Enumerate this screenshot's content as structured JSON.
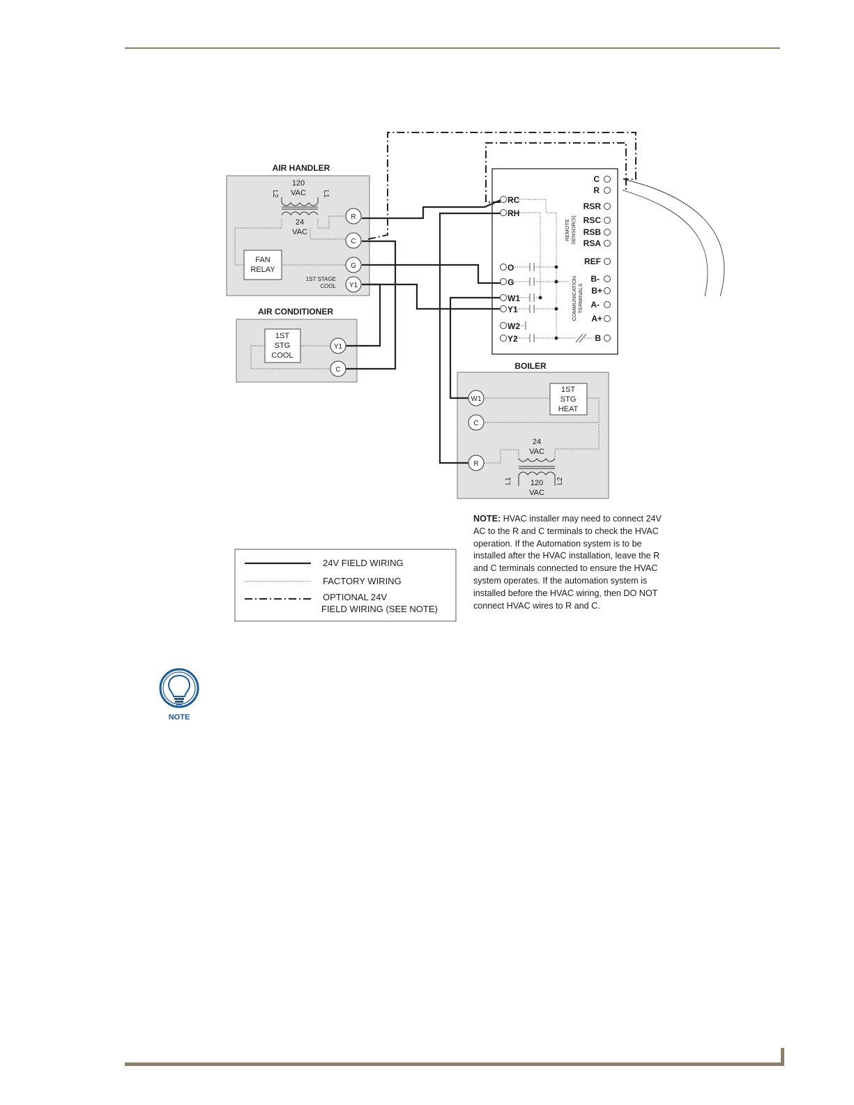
{
  "diagram": {
    "air_handler": {
      "title": "AIR HANDLER",
      "xf_primary": "120",
      "xf_primary_unit": "VAC",
      "xf_l2": "L2",
      "xf_l1": "L1",
      "xf_secondary": "24",
      "xf_secondary_unit": "VAC",
      "fan_relay_1": "FAN",
      "fan_relay_2": "RELAY",
      "stage_label_1": "1ST STAGE",
      "stage_label_2": "COOL",
      "terminals": {
        "r": "R",
        "c": "C",
        "g": "G",
        "y1": "Y1"
      }
    },
    "air_conditioner": {
      "title": "AIR CONDITIONER",
      "box_1": "1ST",
      "box_2": "STG",
      "box_3": "COOL",
      "terminals": {
        "y1": "Y1",
        "c": "C"
      }
    },
    "thermostat": {
      "left_terminals": [
        "RC",
        "RH",
        "O",
        "G",
        "W1",
        "Y1",
        "W2",
        "Y2"
      ],
      "right_terminals": [
        "C",
        "R",
        "RSR",
        "RSC",
        "RSB",
        "RSA",
        "REF",
        "B-",
        "B+",
        "A-",
        "A+",
        "B"
      ],
      "remote_label_1": "REMOTE",
      "remote_label_2": "SENSOR(S)",
      "comm_label_1": "COMMUNICATION",
      "comm_label_2": "TERMINALS"
    },
    "boiler": {
      "title": "BOILER",
      "box_1": "1ST",
      "box_2": "STG",
      "box_3": "HEAT",
      "xf_secondary": "24",
      "xf_secondary_unit": "VAC",
      "xf_primary": "120",
      "xf_primary_unit": "VAC",
      "xf_l1": "L1",
      "xf_l2": "L2",
      "terminals": {
        "w1": "W1",
        "c": "C",
        "r": "R"
      }
    },
    "legend": {
      "field_wiring": "24V FIELD WIRING",
      "factory_wiring": "FACTORY WIRING",
      "optional_1": "OPTIONAL 24V",
      "optional_2": "FIELD WIRING (SEE NOTE)"
    }
  },
  "note": {
    "lead": "NOTE:",
    "body": " HVAC installer may need to connect 24V AC to the R and C terminals to check the HVAC operation. If the Automation system is to be installed after the HVAC installation, leave the R and C terminals connected to ensure the HVAC system operates. If the automation system is installed before the HVAC wiring, then DO NOT connect HVAC wires to R and C."
  },
  "note_icon": {
    "label": "NOTE",
    "icon": "lightbulb-icon"
  },
  "colors": {
    "rule": "#8a8068",
    "box_fill": "#e2e2e2",
    "icon_blue": "#1c5a94"
  }
}
